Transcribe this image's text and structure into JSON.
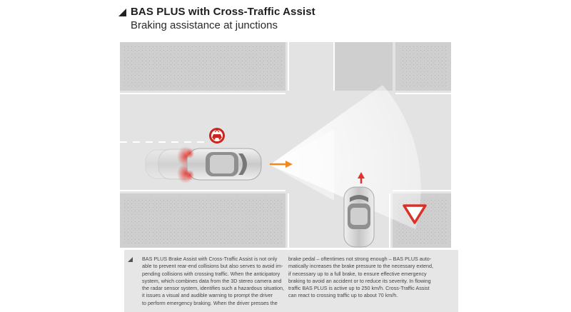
{
  "header": {
    "title": "BAS PLUS with Cross-Traffic Assist",
    "subtitle": "Braking assistance at junctions"
  },
  "colors": {
    "road": "#e4e4e4",
    "sidewalk": "#d0d0d0",
    "arrow_orange": "#f08a1c",
    "arrow_red": "#e2322b",
    "warning_red": "#c8261e"
  },
  "icons": {
    "warning_symbol": "car-crash-warning-icon",
    "yield_sign": "yield-sign-icon"
  },
  "textbox": {
    "column1": "BAS PLUS Brake Assist with Cross-Traffic Assist is not only\nable to prevent rear-end collisions but also serves to avoid im-\npending collisions with crossing traffic. When the anticipatory\nsystem, which combines data from the 3D stereo camera and\nthe radar sensor system, identifies such a hazardous situation,\nit issues a visual and audible warning to prompt the driver\nto perform emergency braking. When the driver presses the",
    "column2": "brake pedal – oftentimes not strong enough – BAS PLUS auto-\nmatically increases the brake pressure to the necessary extend,\nif necessary up to a full brake, to ensure effective emergency\nbraking to avoid an accident or to reduce its severity. In flowing\ntraffic BAS PLUS is active up to 250 km/h. Cross-Traffic Assist\ncan react to crossing traffic up to about 70 km/h."
  }
}
